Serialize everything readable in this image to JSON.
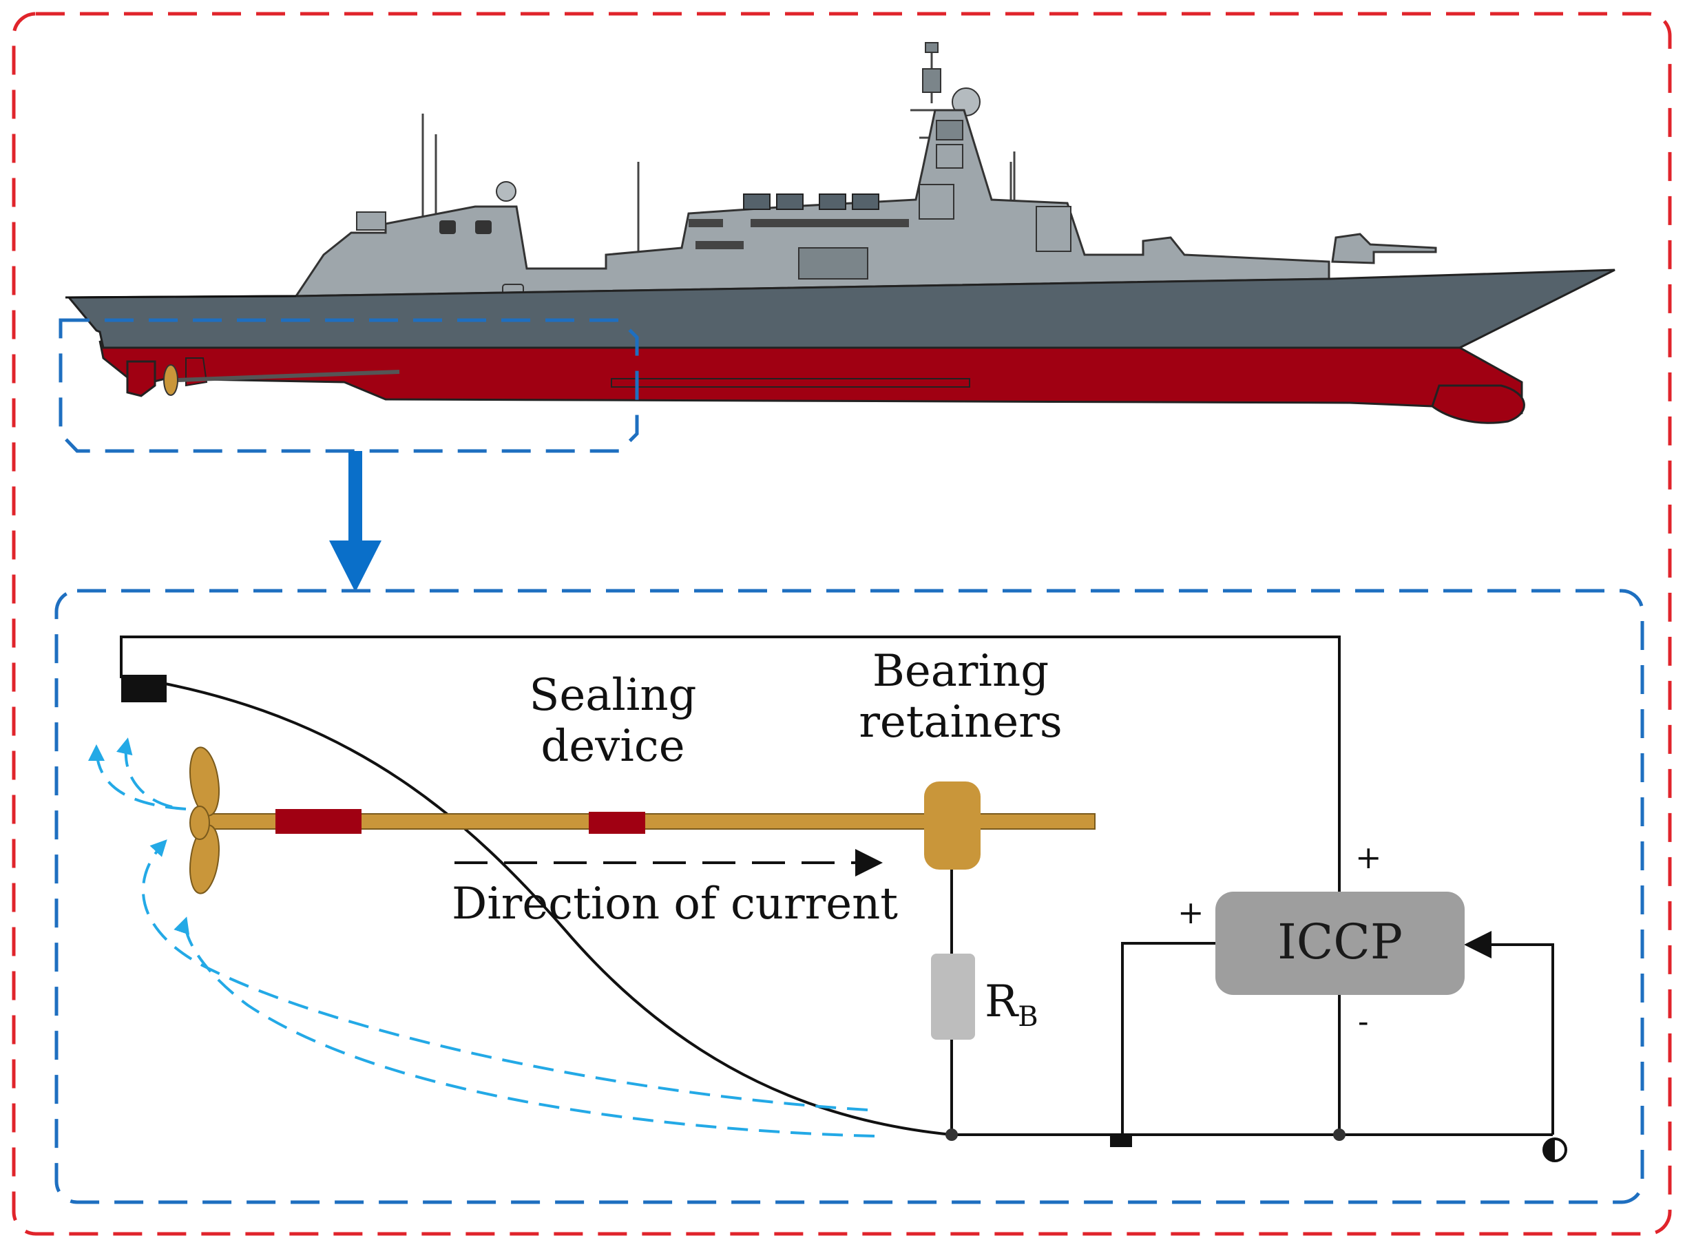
{
  "labels": {
    "sealing_line1": "Sealing",
    "sealing_line2": "device",
    "bearing_line1": "Bearing",
    "bearing_line2": "retainers",
    "direction": "Direction of current",
    "resistor_main": "R",
    "resistor_sub": "B",
    "iccp": "ICCP",
    "plus_top": "+",
    "plus_left": "+",
    "minus": "-"
  },
  "colors": {
    "outer_border": "#e0242b",
    "inner_border": "#1e6fc0",
    "arrow_blue": "#0a6fc9",
    "hull_red": "#a00012",
    "hull_gray": "#55626b",
    "superstructure": "#9ea6ab",
    "shaft": "#c9963a",
    "seal": "#a00012",
    "resistor": "#bdbdbd",
    "iccp_box": "#9e9e9e",
    "current_flow": "#23a9e6"
  }
}
